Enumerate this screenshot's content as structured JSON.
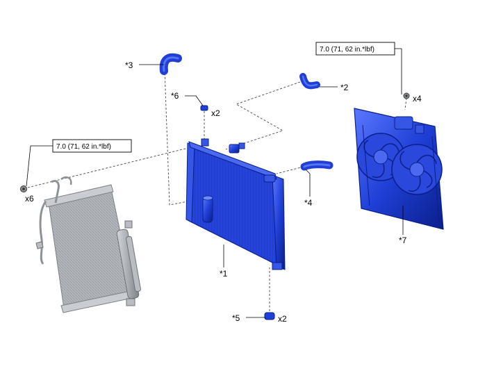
{
  "colors": {
    "part_blue": "#1f3fd6",
    "part_blue_dark": "#0a1f8a",
    "part_blue_light": "#6f8cff",
    "condenser_gray": "#a8adb3",
    "condenser_dark": "#6d7277"
  },
  "callouts": {
    "radiator": "*1",
    "hose_upper_right": "*2",
    "hose_upper_left": "*3",
    "hose_lower": "*4",
    "bottom_cap": "*5",
    "top_cap": "*6",
    "fan_shroud": "*7"
  },
  "quantities": {
    "top_cap": "x2",
    "bottom_cap": "x2",
    "fan_bolt": "x4",
    "condenser_bolt": "x6"
  },
  "torque": {
    "fan_bolt": "7.0 (71, 62 in.*lbf)",
    "condenser_bolt": "7.0 (71, 62 in.*lbf)"
  }
}
